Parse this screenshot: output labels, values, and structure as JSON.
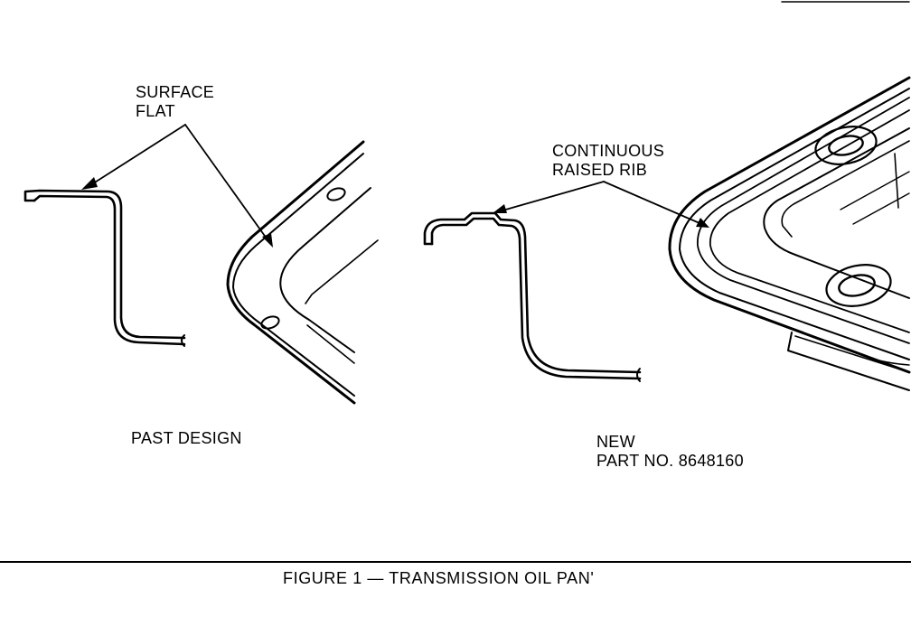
{
  "labels": {
    "surface_flat_line1": "SURFACE",
    "surface_flat_line2": "FLAT",
    "rib_line1": "CONTINUOUS",
    "rib_line2": "RAISED RIB",
    "past_design": "PAST DESIGN",
    "new_line1": "NEW",
    "new_line2": "PART NO. 8648160"
  },
  "caption": "FIGURE 1 — TRANSMISSION OIL PAN'"
}
